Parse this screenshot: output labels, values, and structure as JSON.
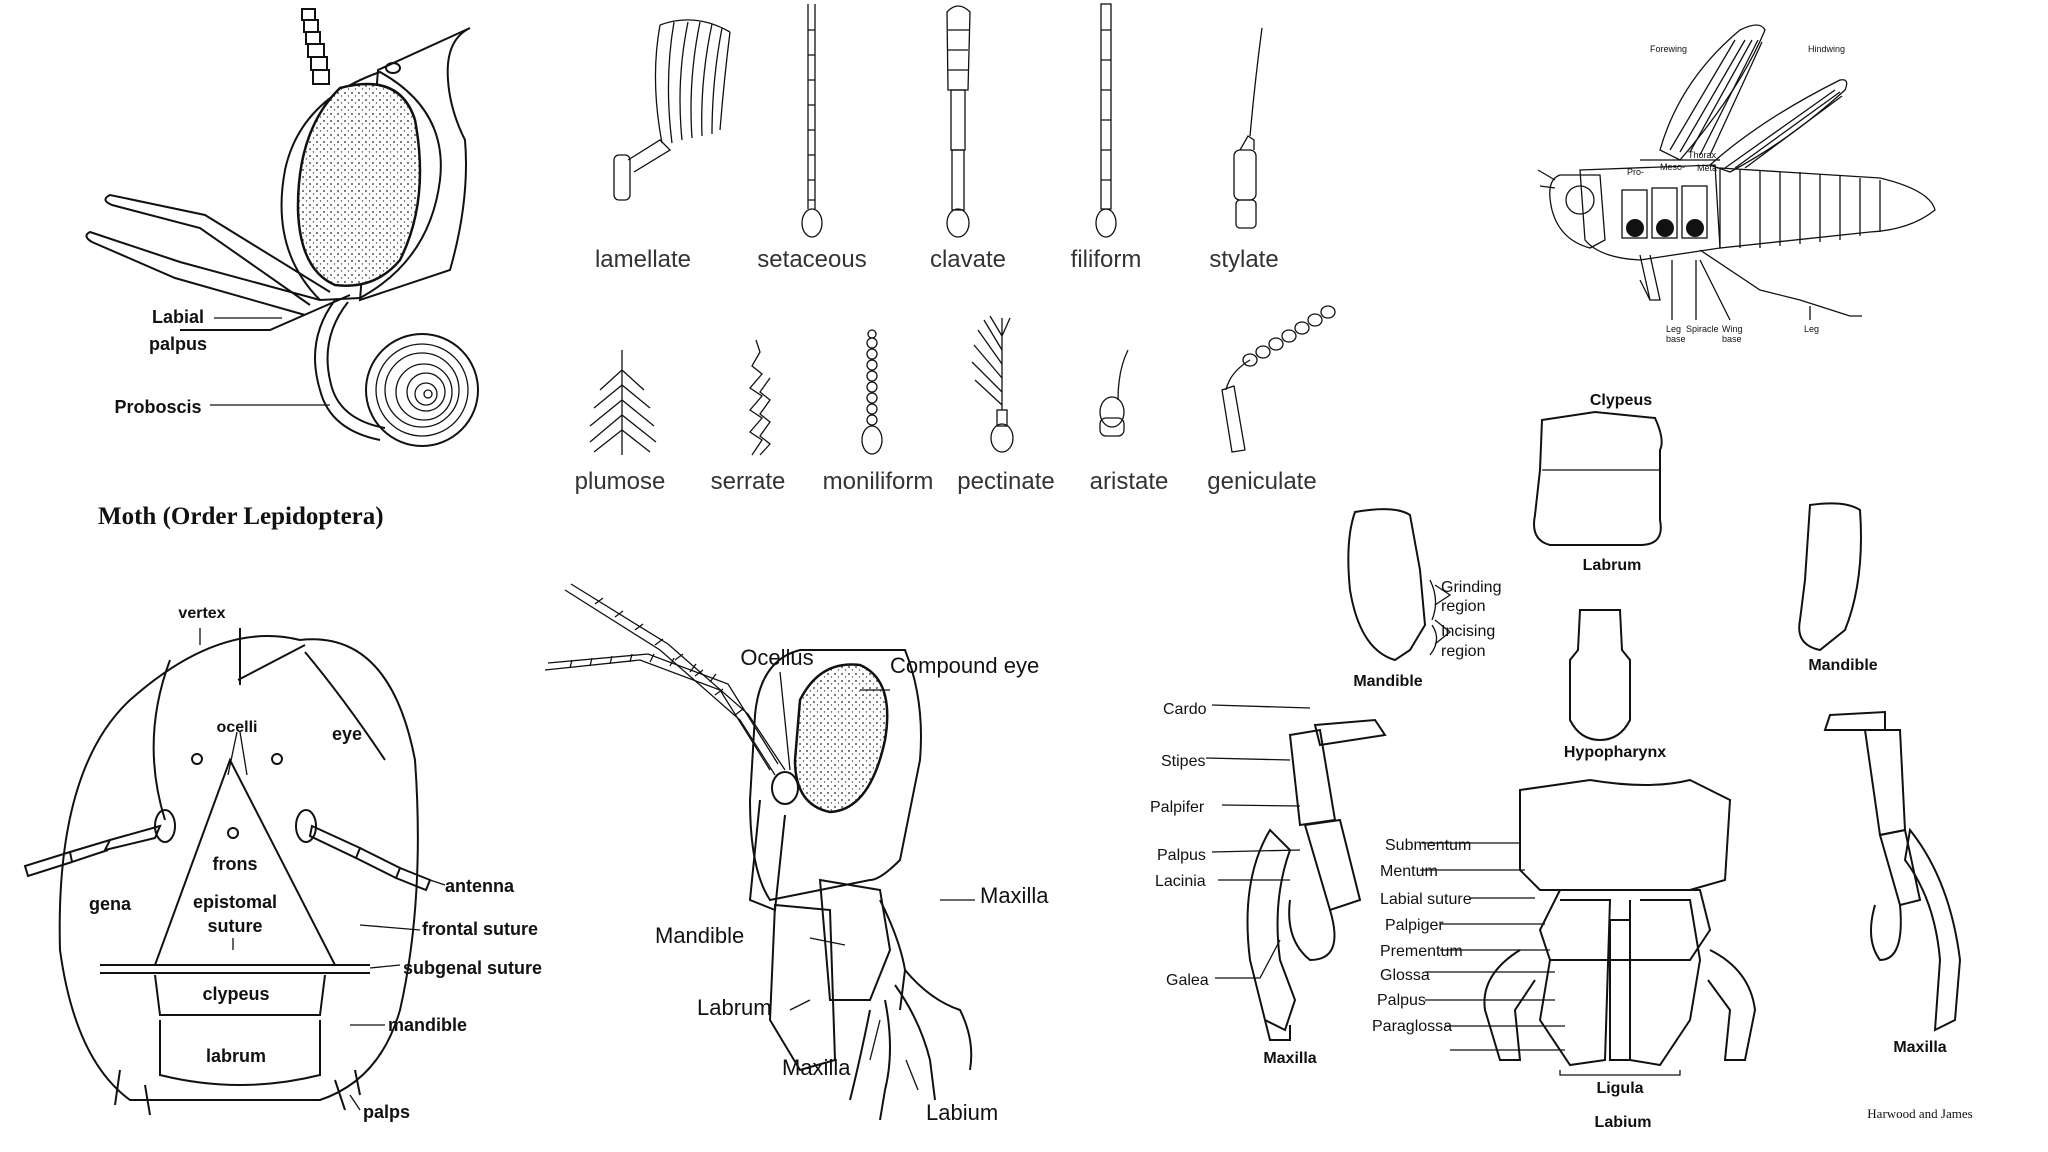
{
  "moth": {
    "title": "Moth (Order Lepidoptera)",
    "labels": {
      "labial_palpus_1": "Labial",
      "labial_palpus_2": "palpus",
      "proboscis": "Proboscis"
    }
  },
  "antennae": {
    "row1": [
      "lamellate",
      "setaceous",
      "clavate",
      "filiform",
      "stylate"
    ],
    "row2": [
      "plumose",
      "serrate",
      "moniliform",
      "pectinate",
      "aristate",
      "geniculate"
    ]
  },
  "grasshopper_body": {
    "labels": {
      "forewing": "Forewing",
      "hindwing": "Hindwing",
      "thorax": "Thorax",
      "pro": "Pro-",
      "meso": "Meso-",
      "meta": "Meta-",
      "leg_base_1": "Leg",
      "leg_base_2": "base",
      "spiracle": "Spiracle",
      "wing_base_1": "Wing",
      "wing_base_2": "base",
      "leg": "Leg"
    }
  },
  "head_front": {
    "labels": {
      "vertex": "vertex",
      "ocelli": "ocelli",
      "eye": "eye",
      "frons": "frons",
      "antenna": "antenna",
      "gena": "gena",
      "epistomal_1": "epistomal",
      "epistomal_2": "suture",
      "frontal_suture": "frontal suture",
      "subgenal_suture": "subgenal suture",
      "clypeus": "clypeus",
      "mandible": "mandible",
      "labrum": "labrum",
      "palps": "palps"
    }
  },
  "head_side": {
    "labels": {
      "ocellus": "Ocellus",
      "compound_eye": "Compound eye",
      "maxilla_top": "Maxilla",
      "mandible": "Mandible",
      "labrum": "Labrum",
      "maxilla_bottom": "Maxilla",
      "labium": "Labium"
    }
  },
  "mouthparts": {
    "labels": {
      "clypeus": "Clypeus",
      "labrum": "Labrum",
      "grinding_1": "Grinding",
      "grinding_2": "region",
      "incising_1": "Incising",
      "incising_2": "region",
      "mandible_left": "Mandible",
      "mandible_right": "Mandible",
      "hypopharynx": "Hypopharynx",
      "cardo": "Cardo",
      "stipes": "Stipes",
      "palpifer": "Palpifer",
      "palpus_left": "Palpus",
      "lacinia": "Lacinia",
      "galea": "Galea",
      "maxilla_left": "Maxilla",
      "submentum": "Submentum",
      "mentum": "Mentum",
      "labial_suture": "Labial suture",
      "palpiger": "Palpiger",
      "prementum": "Prementum",
      "glossa": "Glossa",
      "palpus_center": "Palpus",
      "paraglossa": "Paraglossa",
      "ligula": "Ligula",
      "labium": "Labium",
      "maxilla_right": "Maxilla",
      "credit": "Harwood and James"
    }
  }
}
